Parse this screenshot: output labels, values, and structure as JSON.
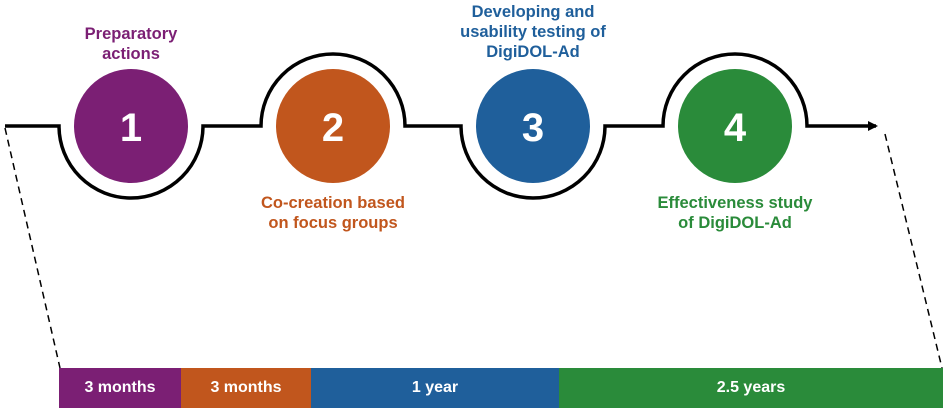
{
  "steps": [
    {
      "number": "1",
      "caption": [
        "Preparatory",
        "actions"
      ],
      "color": "#7b1f74"
    },
    {
      "number": "2",
      "caption": [
        "Co-creation based",
        "on focus groups"
      ],
      "color": "#c1561d"
    },
    {
      "number": "3",
      "caption": [
        "Developing and",
        "usability testing of",
        "DigiDOL-Ad"
      ],
      "color": "#1f5f9b"
    },
    {
      "number": "4",
      "caption": [
        "Effectiveness study",
        "of DigiDOL-Ad"
      ],
      "color": "#2a8b3a"
    }
  ],
  "timeline": [
    {
      "label": "3 months",
      "color": "#7b1f74"
    },
    {
      "label": "3 months",
      "color": "#c1561d"
    },
    {
      "label": "1 year",
      "color": "#1f5f9b"
    },
    {
      "label": "2.5 years",
      "color": "#2a8b3a"
    }
  ]
}
